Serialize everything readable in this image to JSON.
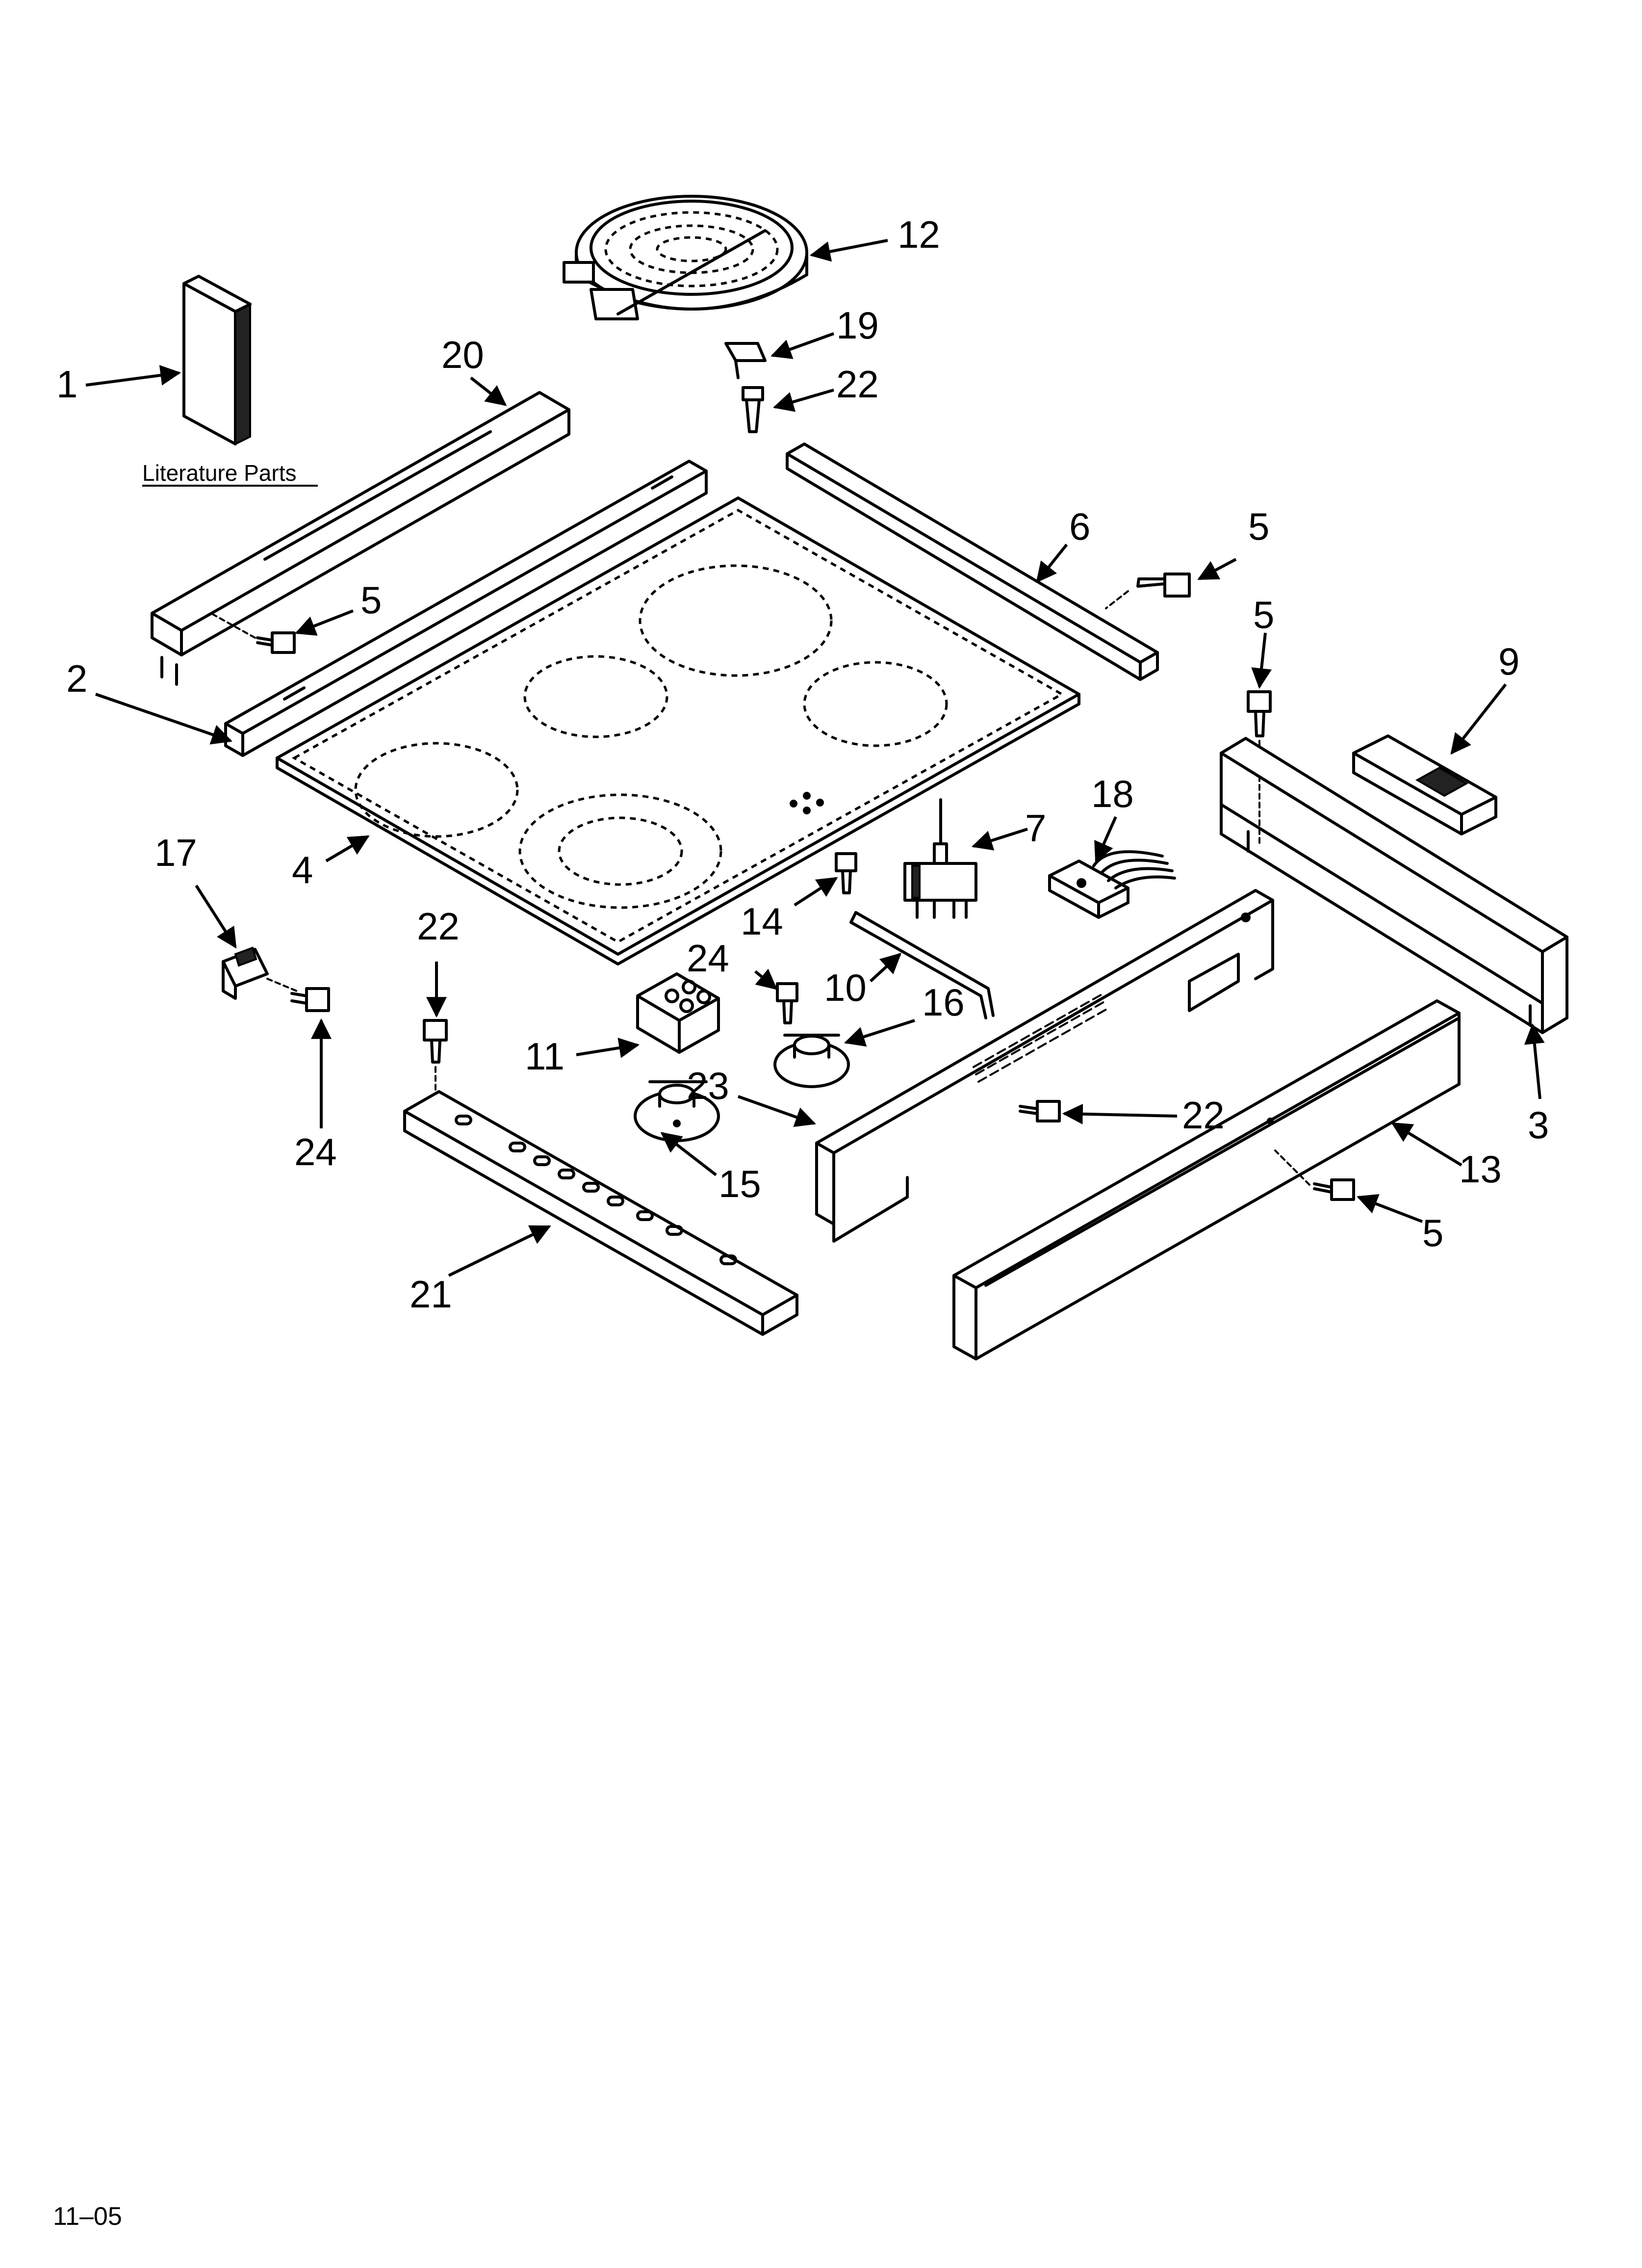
{
  "literature_label": "Literature Parts",
  "footer_code": "11–05",
  "callouts": {
    "c1": "1",
    "c2": "2",
    "c3": "3",
    "c4": "4",
    "c5a": "5",
    "c5b": "5",
    "c5c": "5",
    "c5d": "5",
    "c6": "6",
    "c7": "7",
    "c9": "9",
    "c10": "10",
    "c11": "11",
    "c12": "12",
    "c13": "13",
    "c14": "14",
    "c15": "15",
    "c16": "16",
    "c17": "17",
    "c18": "18",
    "c19": "19",
    "c20": "20",
    "c21": "21",
    "c22a": "22",
    "c22b": "22",
    "c22c": "22",
    "c23": "23",
    "c24a": "24",
    "c24b": "24"
  }
}
